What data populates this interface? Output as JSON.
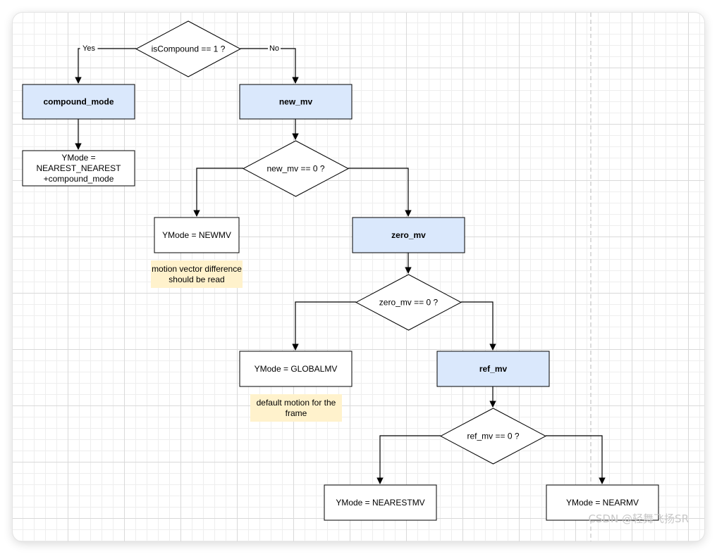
{
  "nodes": {
    "isCompound": {
      "label": "isCompound == 1 ?"
    },
    "compound_mode": {
      "label": "compound_mode"
    },
    "new_mv": {
      "label": "new_mv"
    },
    "compound_result": {
      "lines": [
        "YMode =",
        "NEAREST_NEAREST",
        "+compound_mode"
      ]
    },
    "new_mv_check": {
      "label": "new_mv == 0 ?"
    },
    "newmv_result": {
      "label": "YMode = NEWMV"
    },
    "zero_mv": {
      "label": "zero_mv"
    },
    "newmv_note": {
      "lines": [
        "motion vector difference",
        "should be read"
      ]
    },
    "zero_mv_check": {
      "label": "zero_mv == 0 ?"
    },
    "globalmv_result": {
      "label": "YMode = GLOBALMV"
    },
    "ref_mv": {
      "label": "ref_mv"
    },
    "globalmv_note": {
      "lines": [
        "default motion for the",
        "frame"
      ]
    },
    "ref_mv_check": {
      "label": "ref_mv == 0 ?"
    },
    "nearestmv_result": {
      "label": "YMode = NEARESTMV"
    },
    "nearmv_result": {
      "label": "YMode = NEARMV"
    }
  },
  "edges": {
    "yes_label": "Yes",
    "no_label": "No"
  },
  "colors": {
    "highlight_fill": "#dae8fc",
    "note_fill": "#fff2cc",
    "stroke": "#000000"
  },
  "watermark": "CSDN @轻舞飞扬SR"
}
